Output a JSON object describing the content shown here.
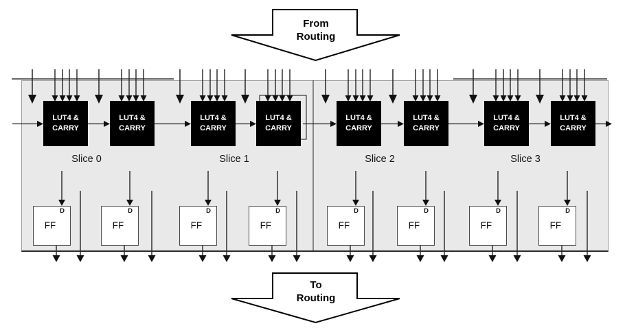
{
  "diagram": {
    "from_routing": {
      "line1": "From",
      "line2": "Routing"
    },
    "to_routing": {
      "line1": "To",
      "line2": "Routing"
    },
    "slices": [
      {
        "label": "Slice 0"
      },
      {
        "label": "Slice 1"
      },
      {
        "label": "Slice 2"
      },
      {
        "label": "Slice 3"
      }
    ],
    "luts": [
      {
        "line1": "LUT4 &",
        "line2": "CARRY"
      },
      {
        "line1": "LUT4 &",
        "line2": "CARRY"
      },
      {
        "line1": "LUT4 &",
        "line2": "CARRY"
      },
      {
        "line1": "LUT4 &",
        "line2": "CARRY"
      },
      {
        "line1": "LUT4 &",
        "line2": "CARRY"
      },
      {
        "line1": "LUT4 &",
        "line2": "CARRY"
      },
      {
        "line1": "LUT4 &",
        "line2": "CARRY"
      },
      {
        "line1": "LUT4 &",
        "line2": "CARRY"
      }
    ],
    "ffs": [
      {
        "port": "D",
        "label": "FF"
      },
      {
        "port": "D",
        "label": "FF"
      },
      {
        "port": "D",
        "label": "FF"
      },
      {
        "port": "D",
        "label": "FF"
      },
      {
        "port": "D",
        "label": "FF"
      },
      {
        "port": "D",
        "label": "FF"
      },
      {
        "port": "D",
        "label": "FF"
      },
      {
        "port": "D",
        "label": "FF"
      }
    ],
    "colors": {
      "block_fill": "#000000",
      "block_text": "#ffffff",
      "panel_fill": "#e9e9e9",
      "panel_border": "#9c9c9c",
      "wire": "#222222"
    }
  }
}
